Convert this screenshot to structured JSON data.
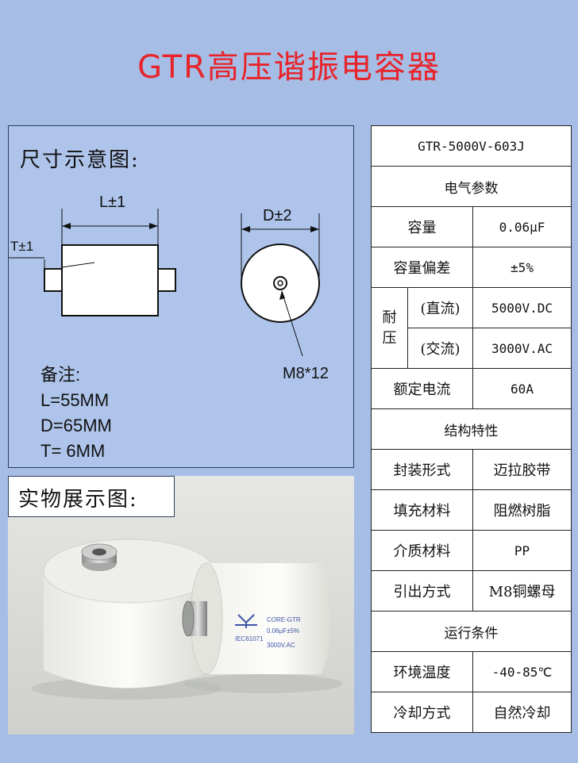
{
  "title": "GTR高压谐振电容器",
  "dimension": {
    "heading": "尺寸示意图:",
    "label_L": "L±1",
    "label_T": "T±1",
    "label_D": "D±2",
    "label_thread": "M8*12",
    "notes_title": "备注:",
    "note_L": "L=55MM",
    "note_D": "D=65MM",
    "note_T": "T= 6MM"
  },
  "photo": {
    "heading": "实物展示图:",
    "label_brand": "CORE-GTR",
    "label_cap": "0.06μF±5%",
    "label_volt": "3000V.AC",
    "label_std": "IEC61071"
  },
  "spec": {
    "model": "GTR-5000V-603J",
    "section_electrical": "电气参数",
    "capacity_label": "容量",
    "capacity_value": "0.06μF",
    "tolerance_label": "容量偏差",
    "tolerance_value": "±5%",
    "withstand_label_1": "耐",
    "withstand_label_2": "压",
    "dc_label": "(直流)",
    "dc_value": "5000V.DC",
    "ac_label": "(交流)",
    "ac_value": "3000V.AC",
    "current_label": "额定电流",
    "current_value": "60A",
    "section_structure": "结构特性",
    "package_label": "封装形式",
    "package_value": "迈拉胶带",
    "filling_label": "填充材料",
    "filling_value": "阻燃树脂",
    "dielectric_label": "介质材料",
    "dielectric_value": "PP",
    "lead_label": "引出方式",
    "lead_value": "M8铜螺母",
    "section_operation": "运行条件",
    "temp_label": "环境温度",
    "temp_value": "-40-85℃",
    "cooling_label": "冷却方式",
    "cooling_value": "自然冷却"
  }
}
